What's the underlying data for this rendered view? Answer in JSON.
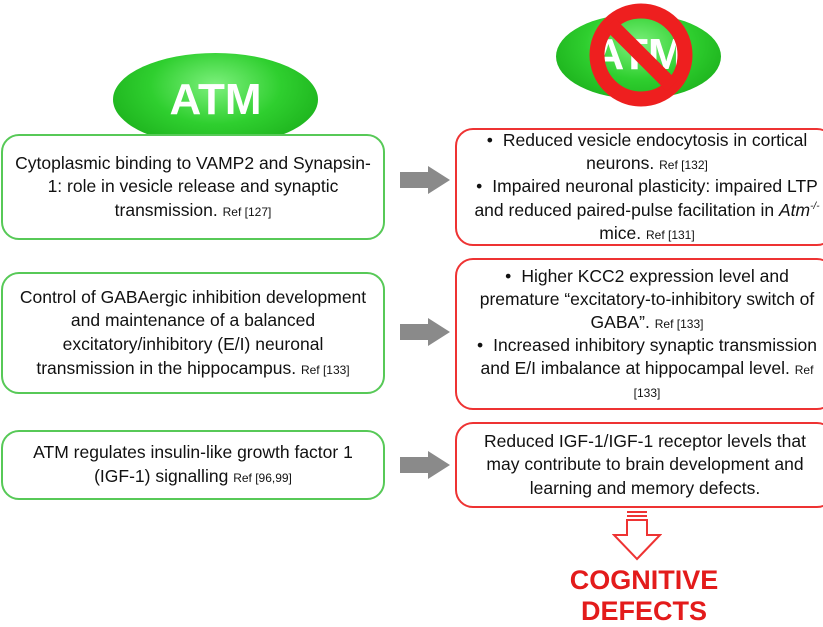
{
  "left_label": "ATM",
  "right_label": "ATM",
  "rows": [
    {
      "left_text": "Cytoplasmic binding to VAMP2 and Synapsin-1: role in vesicle release and synaptic transmission.",
      "left_ref": "Ref [127]",
      "right_bullets": [
        {
          "text": "Reduced vesicle endocytosis in cortical neurons.",
          "ref": "Ref [132]"
        },
        {
          "text": "Impaired neuronal plasticity: impaired LTP and reduced paired-pulse facilitation in",
          "italic": "Atm",
          "sup": "-/-",
          "text2": " mice.",
          "ref": "Ref [131]"
        }
      ]
    },
    {
      "left_text": "Control of GABAergic inhibition development and maintenance of a balanced excitatory/inhibitory (E/I) neuronal transmission in the hippocampus.",
      "left_ref": "Ref [133]",
      "right_bullets": [
        {
          "text": "Higher KCC2 expression level and premature “excitatory-to-inhibitory switch of GABA”.",
          "ref": "Ref [133]"
        },
        {
          "text": "Increased inhibitory synaptic transmission and E/I imbalance at hippocampal level.",
          "ref": "Ref [133]"
        }
      ]
    },
    {
      "left_text": "ATM regulates insulin-like growth factor 1 (IGF-1) signalling",
      "left_ref": "Ref [96,99]",
      "right_text": "Reduced IGF-1/IGF-1 receptor levels that may contribute to brain development and learning and memory defects."
    }
  ],
  "outcome": "COGNITIVE DEFECTS",
  "colors": {
    "green": "#2fcf2f",
    "red": "#e33333",
    "arrow": "#888888"
  }
}
